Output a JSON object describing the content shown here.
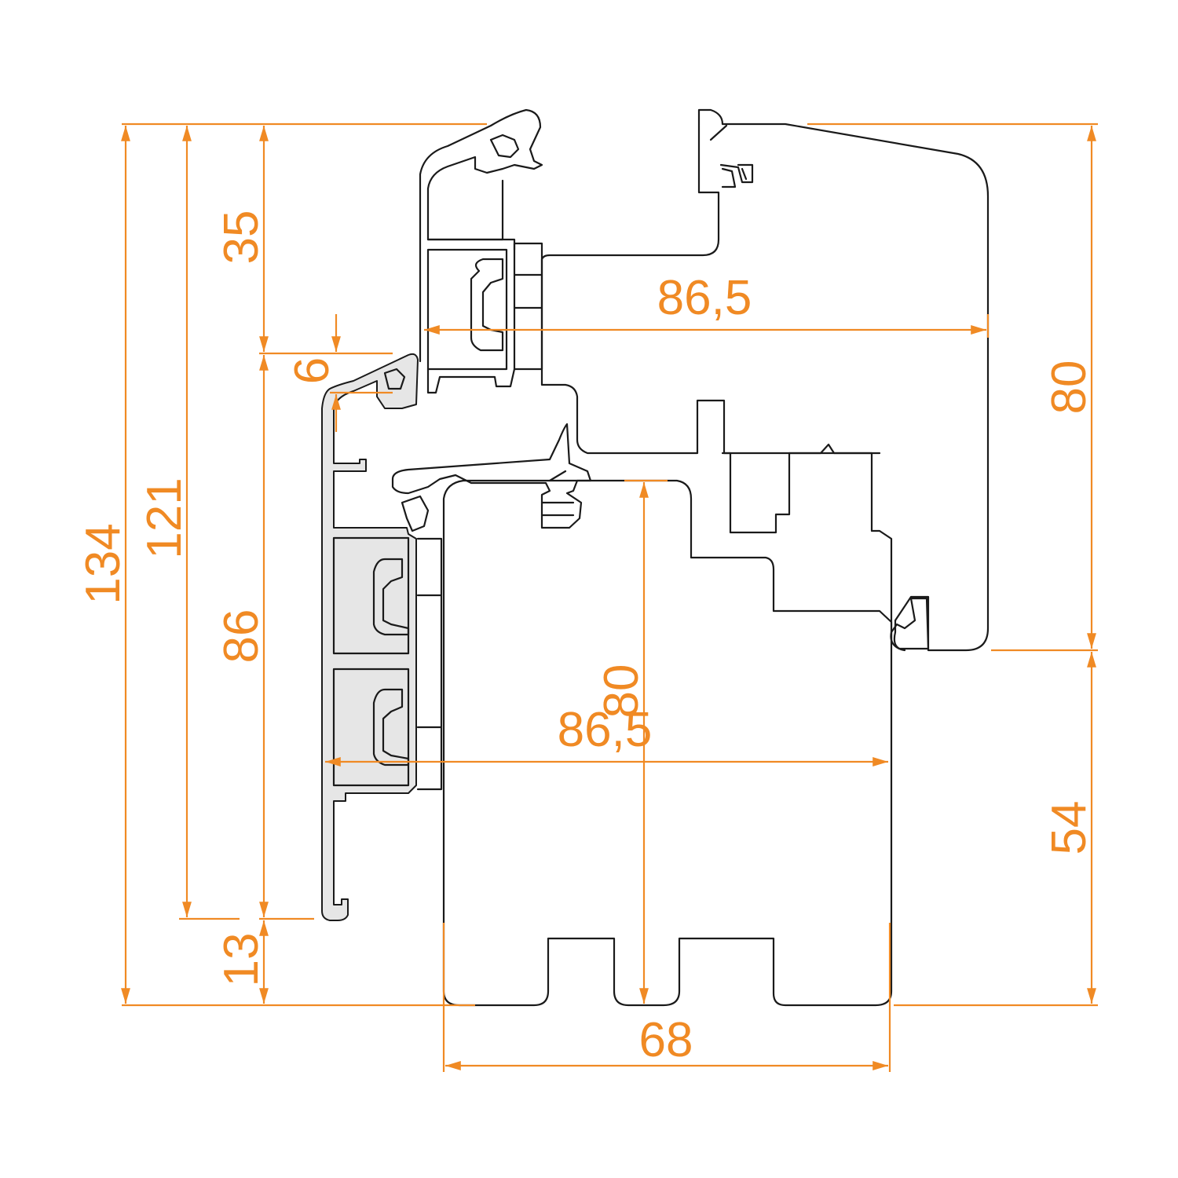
{
  "colors": {
    "dimension": "#f08a24",
    "outline": "#1a1a1a",
    "aluminium": "#e6e6e6",
    "background": "#ffffff"
  },
  "dimensions": {
    "total_height": "134",
    "frame_height": "121",
    "upper_section": "35",
    "offset": "6",
    "middle_section": "86",
    "bottom_section": "13",
    "sash_width_top": "86,5",
    "sash_width_mid": "86,5",
    "sash_height_center": "80",
    "frame_height_right": "80",
    "lower_right": "54",
    "frame_depth": "68"
  }
}
